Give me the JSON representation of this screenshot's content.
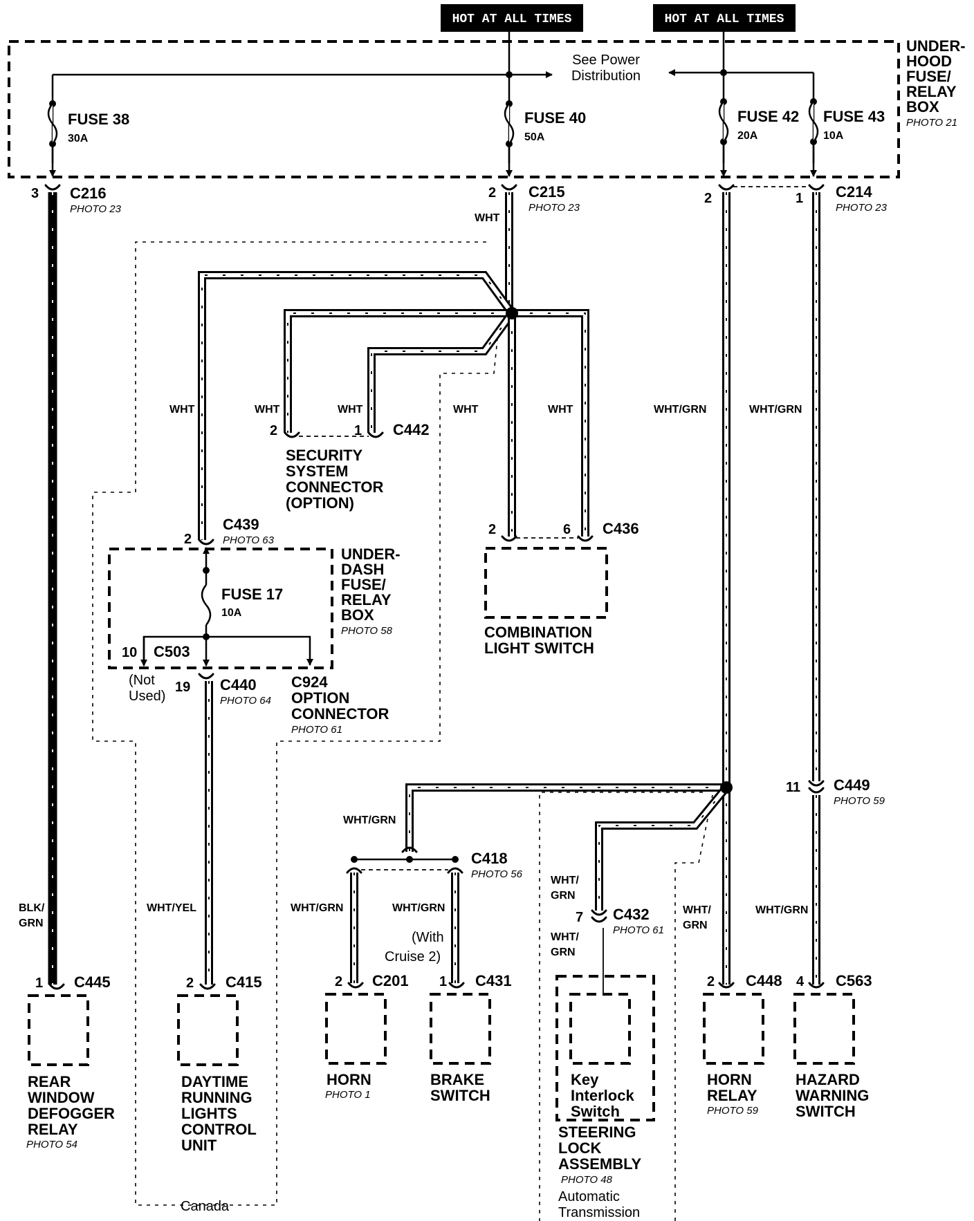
{
  "hot_labels": [
    "HOT AT ALL TIMES",
    "HOT AT ALL TIMES"
  ],
  "power_distribution": [
    "See Power",
    "Distribution"
  ],
  "underhood_box": {
    "lines": [
      "UNDER-",
      "HOOD",
      "FUSE/",
      "RELAY",
      "BOX"
    ],
    "photo": "PHOTO 21"
  },
  "fuses": [
    {
      "name": "FUSE 38",
      "rating": "30A"
    },
    {
      "name": "FUSE 40",
      "rating": "50A"
    },
    {
      "name": "FUSE 42",
      "rating": "20A"
    },
    {
      "name": "FUSE 43",
      "rating": "10A"
    },
    {
      "name": "FUSE 17",
      "rating": "10A"
    }
  ],
  "connectors": {
    "c216": {
      "id": "C216",
      "pin": "3",
      "photo": "PHOTO 23"
    },
    "c215": {
      "id": "C215",
      "pin": "2",
      "photo": "PHOTO 23"
    },
    "c214": {
      "id": "C214",
      "pin_left": "2",
      "pin_right": "1",
      "photo": "PHOTO 23"
    },
    "c442": {
      "id": "C442",
      "pin_left": "2",
      "pin_right": "1"
    },
    "c439": {
      "id": "C439",
      "pin": "2",
      "photo": "PHOTO 63"
    },
    "c436": {
      "id": "C436",
      "pin_left": "2",
      "pin_right": "6"
    },
    "c503": {
      "id": "C503",
      "pin": "10"
    },
    "c440": {
      "id": "C440",
      "pin": "19",
      "photo": "PHOTO 64"
    },
    "c924": {
      "lines": [
        "C924",
        "OPTION",
        "CONNECTOR"
      ],
      "photo": "PHOTO 61"
    },
    "c449": {
      "id": "C449",
      "pin": "11",
      "photo": "PHOTO 59"
    },
    "c418": {
      "id": "C418",
      "photo": "PHOTO 56"
    },
    "c432": {
      "id": "C432",
      "pin": "7",
      "photo": "PHOTO 61"
    },
    "c445": {
      "id": "C445",
      "pin": "1"
    },
    "c415": {
      "id": "C415",
      "pin": "2"
    },
    "c201": {
      "id": "C201",
      "pin": "2"
    },
    "c431": {
      "id": "C431",
      "pin": "1"
    },
    "c448": {
      "id": "C448",
      "pin": "2"
    },
    "c563": {
      "id": "C563",
      "pin": "4"
    }
  },
  "wire_colors": {
    "wht": "WHT",
    "wht_grn": "WHT/GRN",
    "blk_grn": [
      "BLK/",
      "GRN"
    ],
    "wht_yel": "WHT/YEL",
    "wht_grn_split": [
      "WHT/",
      "GRN"
    ]
  },
  "not_used": [
    "(Not",
    "Used)"
  ],
  "with_cruise": [
    "(With",
    "Cruise 2)"
  ],
  "security": [
    "SECURITY",
    "SYSTEM",
    "CONNECTOR",
    "(OPTION)"
  ],
  "underdash_box": {
    "lines": [
      "UNDER-",
      "DASH",
      "FUSE/",
      "RELAY",
      "BOX"
    ],
    "photo": "PHOTO 58"
  },
  "combination": [
    "COMBINATION",
    "LIGHT SWITCH"
  ],
  "components": {
    "rear_defogger": {
      "lines": [
        "REAR",
        "WINDOW",
        "DEFOGGER",
        "RELAY"
      ],
      "photo": "PHOTO 54"
    },
    "drl": {
      "lines": [
        "DAYTIME",
        "RUNNING",
        "LIGHTS",
        "CONTROL",
        "UNIT"
      ]
    },
    "horn": {
      "lines": [
        "HORN"
      ],
      "photo": "PHOTO 1"
    },
    "brake": {
      "lines": [
        "BRAKE",
        "SWITCH"
      ]
    },
    "key_interlock": {
      "lines": [
        "Key",
        "Interlock",
        "Switch"
      ]
    },
    "steering": {
      "lines": [
        "STEERING",
        "LOCK",
        "ASSEMBLY"
      ],
      "photo": "PHOTO 48"
    },
    "horn_relay": {
      "lines": [
        "HORN",
        "RELAY"
      ],
      "photo": "PHOTO 59"
    },
    "hazard": {
      "lines": [
        "HAZARD",
        "WARNING",
        "SWITCH"
      ]
    }
  },
  "zones": {
    "canada": "Canada",
    "automatic": [
      "Automatic",
      "Transmission"
    ]
  }
}
